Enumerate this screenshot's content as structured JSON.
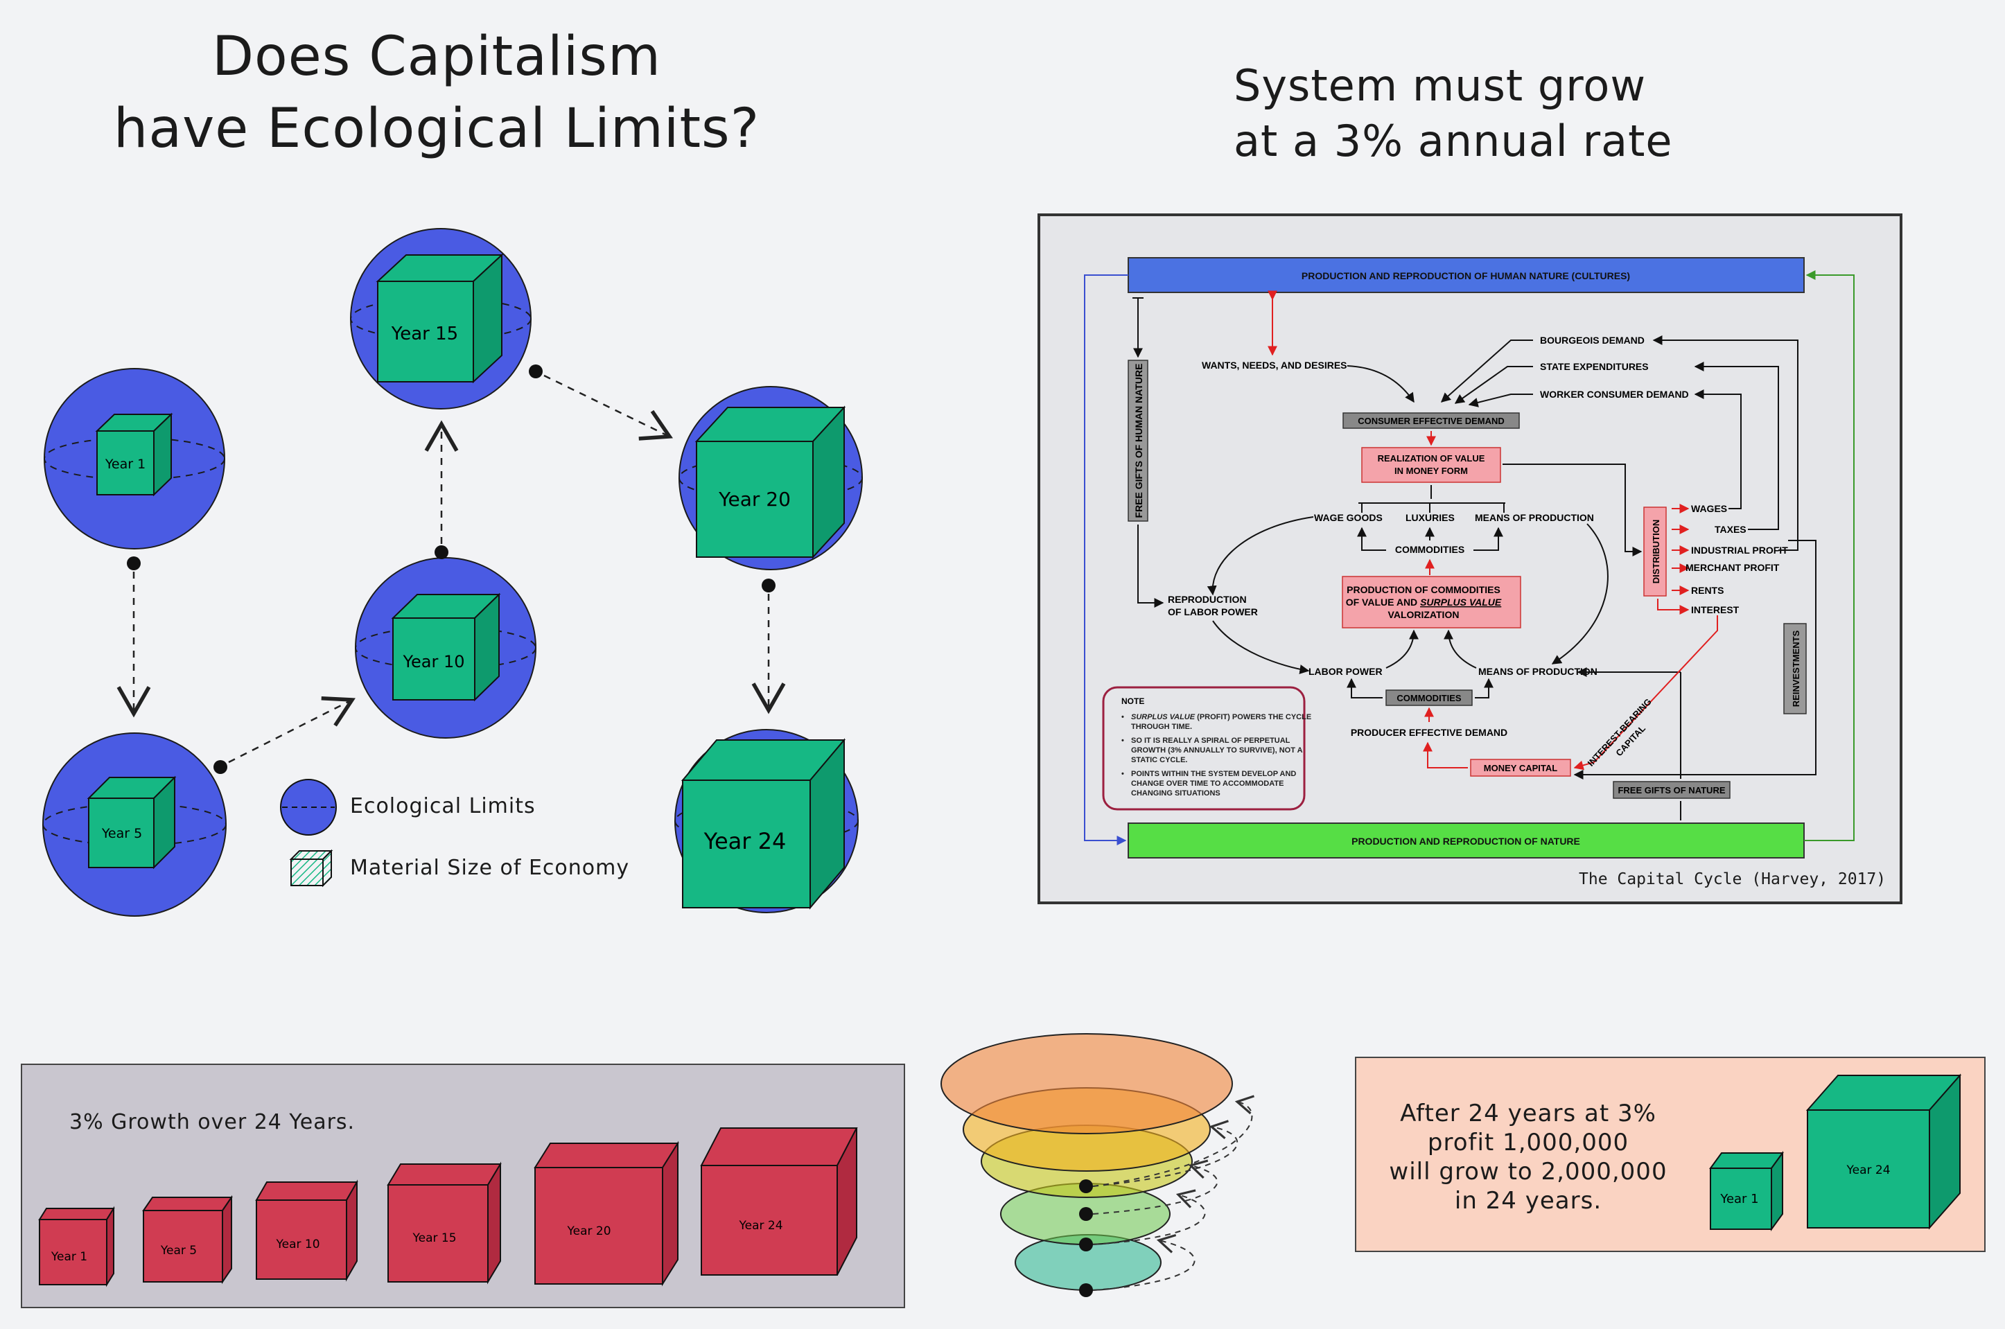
{
  "title": {
    "line1": "Does Capitalism",
    "line2": "have Ecological Limits?"
  },
  "subtitle": {
    "line1": "System must grow",
    "line2": "at a 3% annual rate"
  },
  "colors": {
    "ecological_limit": "#4a5be3",
    "economy": "#16b884",
    "growth_cube": "#d03c52",
    "pink_box": "#f4a3aa",
    "blue_bar": "#4b72e2",
    "green_bar": "#56de45",
    "result_panel": "#fad3c2",
    "growth_panel": "#c9c6cf"
  },
  "spheres": [
    {
      "label": "Year 1"
    },
    {
      "label": "Year 5"
    },
    {
      "label": "Year 10"
    },
    {
      "label": "Year 15"
    },
    {
      "label": "Year 20"
    },
    {
      "label": "Year 24"
    }
  ],
  "legend": {
    "ecological_limits": "Ecological Limits",
    "material_size": "Material Size of Economy"
  },
  "capital_cycle": {
    "top_bar": "PRODUCTION AND REPRODUCTION OF HUMAN NATURE (CULTURES)",
    "bottom_bar": "PRODUCTION AND REPRODUCTION OF NATURE",
    "free_gifts_human": "FREE GIFTS OF HUMAN NATURE",
    "wants": "WANTS, NEEDS, AND DESIRES",
    "bourgeois": "BOURGEOIS DEMAND",
    "state": "STATE EXPENDITURES",
    "worker": "WORKER CONSUMER DEMAND",
    "consumer_demand": "CONSUMER EFFECTIVE DEMAND",
    "realization_1": "REALIZATION OF VALUE",
    "realization_2": "IN MONEY FORM",
    "wage_goods": "WAGE GOODS",
    "luxuries": "LUXURIES",
    "means_top": "MEANS OF PRODUCTION",
    "commodities_mid": "COMMODITIES",
    "production_1": "PRODUCTION OF COMMODITIES",
    "production_2a": "OF VALUE AND ",
    "production_2b": "SURPLUS VALUE",
    "production_3": "VALORIZATION",
    "reproduction_1": "REPRODUCTION",
    "reproduction_2": "OF LABOR POWER",
    "labor_power": "LABOR POWER",
    "means_bottom": "MEANS OF PRODUCTION",
    "commodities_bottom": "COMMODITIES",
    "producer_demand": "PRODUCER EFFECTIVE DEMAND",
    "money_capital": "MONEY CAPITAL",
    "free_gifts_nature": "FREE GIFTS OF NATURE",
    "distribution": "DISTRIBUTION",
    "wages": "WAGES",
    "taxes": "TAXES",
    "industrial_profit": "INDUSTRIAL PROFIT",
    "merchant_profit": "MERCHANT PROFIT",
    "rents": "RENTS",
    "interest": "INTEREST",
    "reinvestments": "REINVESTMENTS",
    "interest_bearing_1": "INTEREST-BEARING",
    "interest_bearing_2": "CAPITAL",
    "note_title": "NOTE",
    "note_1a": "SURPLUS VALUE",
    "note_1b": " (PROFIT) POWERS THE CYCLE",
    "note_1c": "THROUGH TIME.",
    "note_2a": "SO IT IS REALLY A SPIRAL OF PERPETUAL",
    "note_2b": "GROWTH (3% ANNUALLY TO SURVIVE), NOT A",
    "note_2c": "STATIC CYCLE.",
    "note_3a": "POINTS WITHIN THE SYSTEM DEVELOP AND",
    "note_3b": "CHANGE OVER TIME TO ACCOMMODATE",
    "note_3c": "CHANGING SITUATIONS",
    "caption": "The Capital Cycle (Harvey, 2017)"
  },
  "growth_panel": {
    "title": "3% Growth over 24 Years.",
    "cubes": [
      {
        "label": "Year 1"
      },
      {
        "label": "Year 5"
      },
      {
        "label": "Year 10"
      },
      {
        "label": "Year 15"
      },
      {
        "label": "Year 20"
      },
      {
        "label": "Year 24"
      }
    ]
  },
  "result_panel": {
    "line1": "After 24 years at 3%",
    "line2": "profit 1,000,000",
    "line3": "will grow to 2,000,000",
    "line4": "in 24 years.",
    "small_cube": "Year 1",
    "big_cube": "Year 24"
  }
}
